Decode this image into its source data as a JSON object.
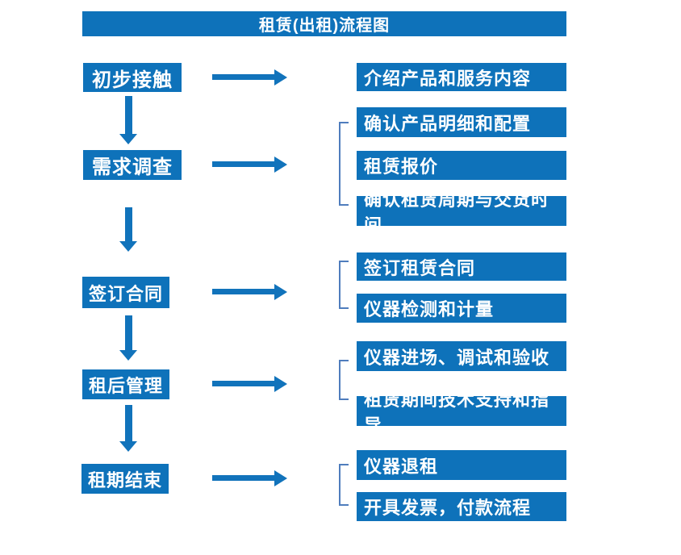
{
  "title": "租赁(出租)流程图",
  "colors": {
    "box": "#0e72ba",
    "arrow": "#1173bb",
    "bracket": "#4f7dbd",
    "text": "#ffffff"
  },
  "steps": [
    {
      "label": "初步接触",
      "details": [
        "介绍产品和服务内容"
      ]
    },
    {
      "label": "需求调查",
      "details": [
        "确认产品明细和配置",
        "租赁报价",
        "确认租赁周期与交货时间"
      ]
    },
    {
      "label": "签订合同",
      "details": [
        "签订租赁合同",
        "仪器检测和计量"
      ]
    },
    {
      "label": "租后管理",
      "details": [
        "仪器进场、调试和验收",
        "租赁期间技术支持和指导"
      ]
    },
    {
      "label": "租期结束",
      "details": [
        "仪器退租",
        "开具发票，付款流程"
      ]
    }
  ]
}
